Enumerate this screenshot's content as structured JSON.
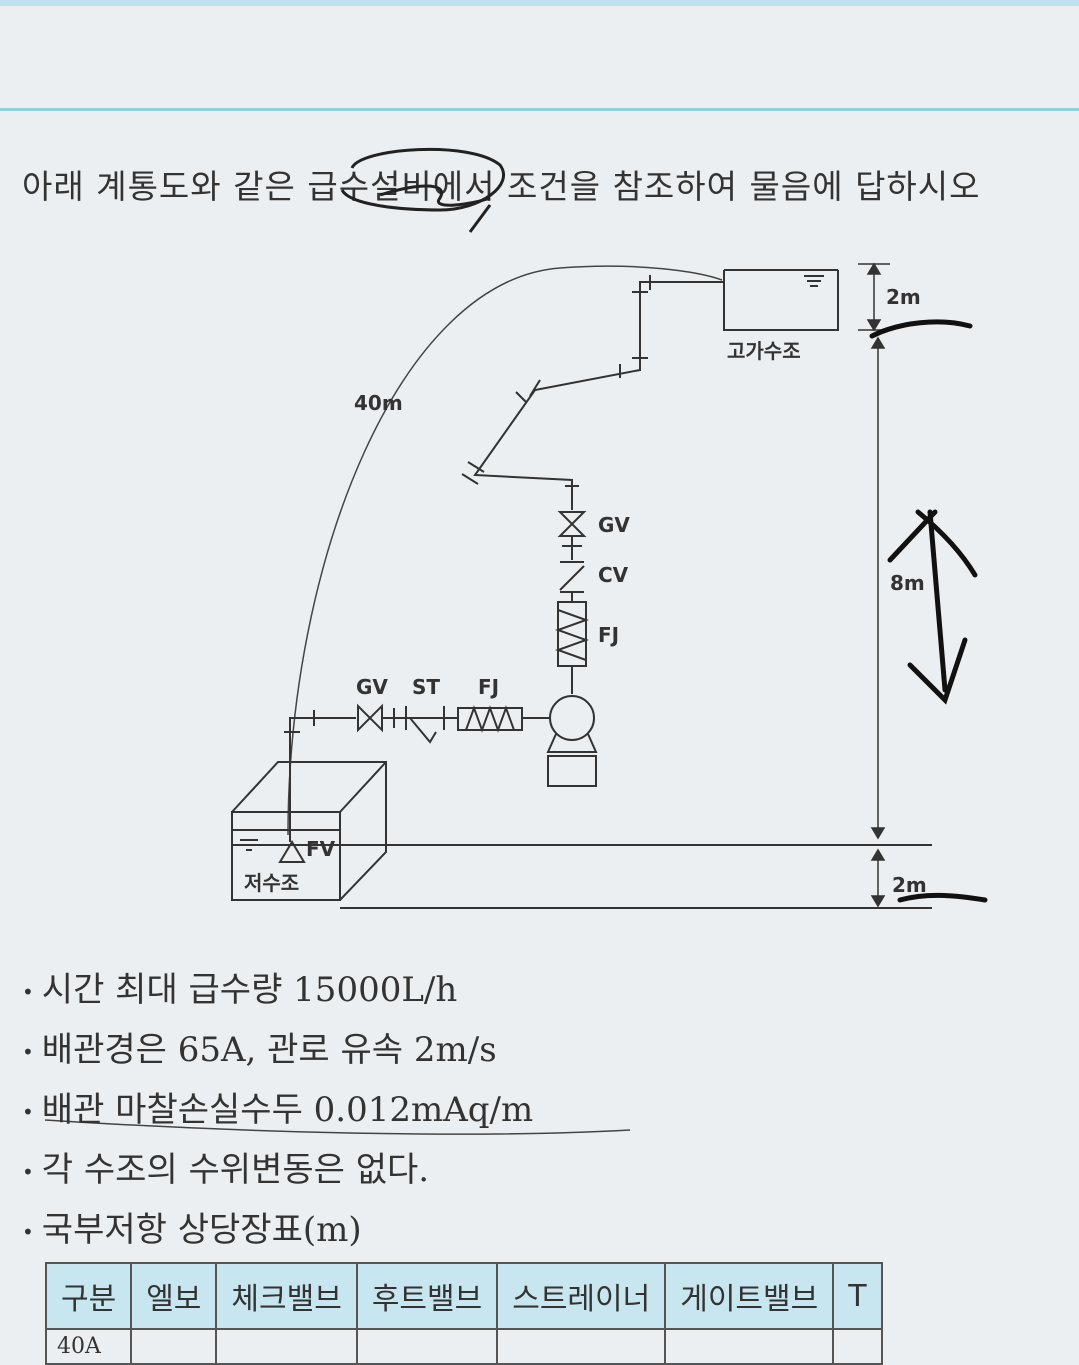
{
  "question": "아래 계통도와 같은 급수설비에서 조건을 참조하여 물음에 답하시오",
  "diagram": {
    "pipe_length": "40m",
    "valves_vertical": [
      "GV",
      "CV",
      "FJ"
    ],
    "valves_horizontal": [
      "GV",
      "ST",
      "FJ"
    ],
    "foot_valve": "FV",
    "elevated_tank": "고가수조",
    "reservoir": "저수조",
    "dim_top": "2m",
    "dim_mid": "8m",
    "dim_bottom": "2m"
  },
  "conditions": [
    "시간 최대 급수량 15000L/h",
    "배관경은 65A, 관로 유속 2m/s",
    "배관 마찰손실수두 0.012mAq/m",
    "각 수조의 수위변동은 없다.",
    "국부저항 상당장표(m)"
  ],
  "table": {
    "headers": [
      "구분",
      "엘보",
      "체크밸브",
      "후트밸브",
      "스트레이너",
      "게이트밸브",
      "T"
    ],
    "first_cell": "40A"
  }
}
